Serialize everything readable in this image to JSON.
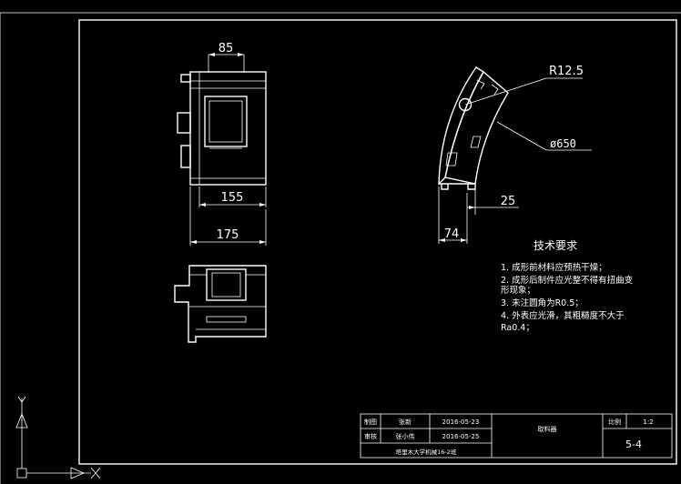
{
  "drawing": {
    "dimensions": {
      "top_width": "85",
      "inner_width": "155",
      "outer_width": "175",
      "radius": "R12.5",
      "diameter": "ø650",
      "offset_small": "25",
      "offset_large": "74"
    },
    "tech_requirements": {
      "title": "技术要求",
      "lines": [
        "1. 成形前材料应预热干燥；",
        "2. 成形后制件应光整不得有扭曲变",
        "形现象；",
        "3. 未注圆角为R0.5；",
        "4. 外表应光滑，其粗糙度不大于",
        "Ra0.4；"
      ]
    },
    "title_block": {
      "row1_label": "制图",
      "row1_name": "张新",
      "row1_date": "2016-05-23",
      "row2_label": "审核",
      "row2_name": "张小伟",
      "row2_date": "2016-05-25",
      "part_name": "取料器",
      "scale_label": "比例",
      "scale_value": "1:2",
      "drawing_no": "5-4",
      "school": "塔里木大学机械16-2班"
    }
  },
  "colors": {
    "background": "#000000",
    "lines": "#ffffff"
  }
}
